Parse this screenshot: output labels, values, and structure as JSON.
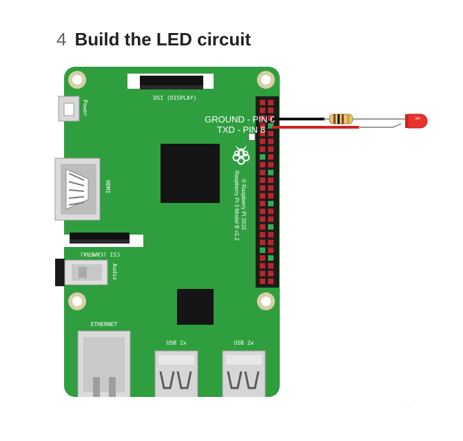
{
  "step": {
    "number": "4",
    "title": "Build the LED circuit"
  },
  "board": {
    "dsi_label": "DSI (DISPLAY)",
    "power_label": "Power",
    "hdmi_label": "HDMI",
    "csi_label": "CSI (CAMERA)",
    "audio_label": "Audio",
    "ethernet_label": "ETHERNET",
    "usb_left_label": "USB 2x",
    "usb_right_label": "USB 2x",
    "model_label": "Raspberry Pi 3 Model B v1.2",
    "copyright_label": "© Raspberry Pi 2015"
  },
  "labels": {
    "ground_pin": "GROUND - PIN 6",
    "txd_pin": "TXD - PIN 8"
  },
  "colors": {
    "board": "#2f9e3f",
    "board_dark": "#1f7a2c",
    "wire_ground": "#111111",
    "wire_txd": "#d32222",
    "led": "#e8332c",
    "chip": "#151515",
    "mount_hole": "#d9cfa6"
  }
}
